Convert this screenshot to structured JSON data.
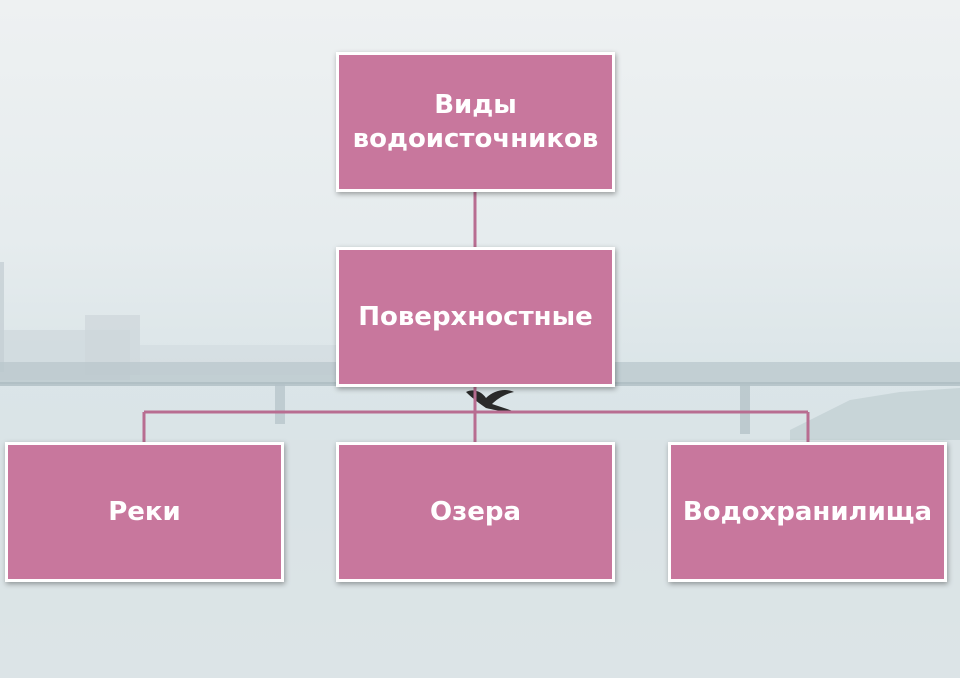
{
  "colors": {
    "node_fill": "#c8779d",
    "node_border": "#ffffff",
    "connector": "#b86d91",
    "text": "#ffffff"
  },
  "diagram": {
    "type": "hierarchy",
    "root": {
      "label": "Виды водоисточников",
      "children": [
        {
          "label": "Поверхностные",
          "children": [
            {
              "label": "Реки"
            },
            {
              "label": "Озера"
            },
            {
              "label": "Водохранилища"
            }
          ]
        }
      ]
    }
  }
}
